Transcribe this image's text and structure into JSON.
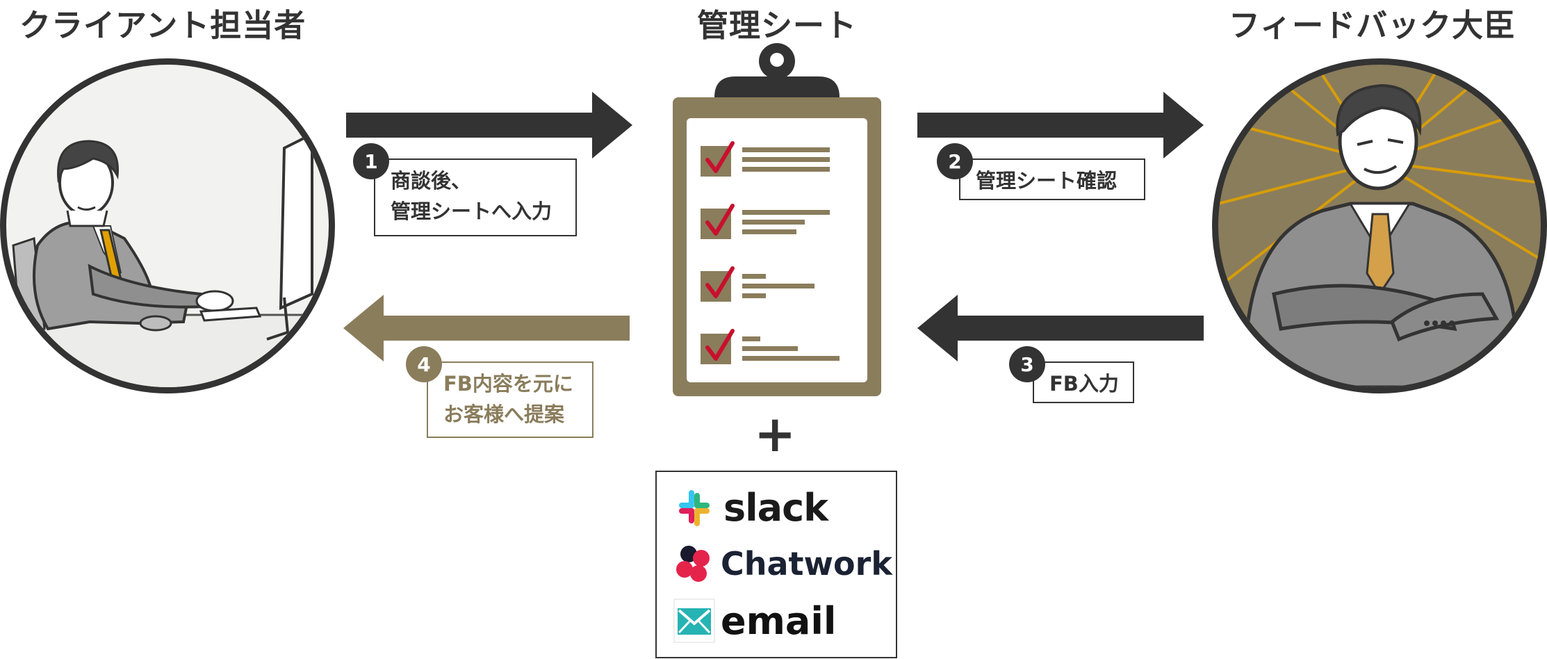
{
  "titles": {
    "left": "クライアント担当者",
    "center": "管理シート",
    "right": "フィードバック大臣"
  },
  "steps": [
    {
      "number": "1",
      "line1": "商談後、",
      "line2": "管理シートへ入力"
    },
    {
      "number": "2",
      "line1": "管理シート確認",
      "line2": ""
    },
    {
      "number": "3",
      "line1": "FB入力",
      "line2": ""
    },
    {
      "number": "4",
      "line1": "FB内容を元に",
      "line2": "お客様へ提案"
    }
  ],
  "plus": "+",
  "tools": [
    {
      "name": "slack",
      "icon": "slack-logo-icon"
    },
    {
      "name": "Chatwork",
      "icon": "chatwork-logo-icon"
    },
    {
      "name": "email",
      "icon": "email-envelope-icon"
    }
  ],
  "colors": {
    "dark": "#333333",
    "gold": "#8a7d5c",
    "check": "#c8102e",
    "tie": "#e0a100"
  }
}
